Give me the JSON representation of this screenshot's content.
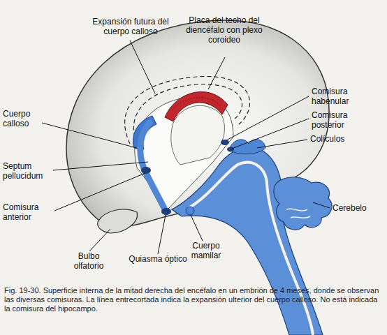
{
  "diagram": {
    "caption": "Fig. 19-30. Superficie interna de la mitad derecha del encéfalo en un embrión de 4 meses, donde se observan las diversas comisuras. La línea entrecortada indica la expansión ulterior del cuerpo calloso. No está indicada la comisura del hipocampo.",
    "labels": [
      "Expansión futura del cuerpo calloso",
      "Placa del techo del diencéfalo con plexo coroideo",
      "Comisura habenular",
      "Comisura posterior",
      "Colículos",
      "Cuerpo calloso",
      "Septum pellucidum",
      "Comisura anterior",
      "Bulbo olfatorio",
      "Quiasma óptico",
      "Cuerpo mamilar",
      "Cerebelo"
    ]
  }
}
